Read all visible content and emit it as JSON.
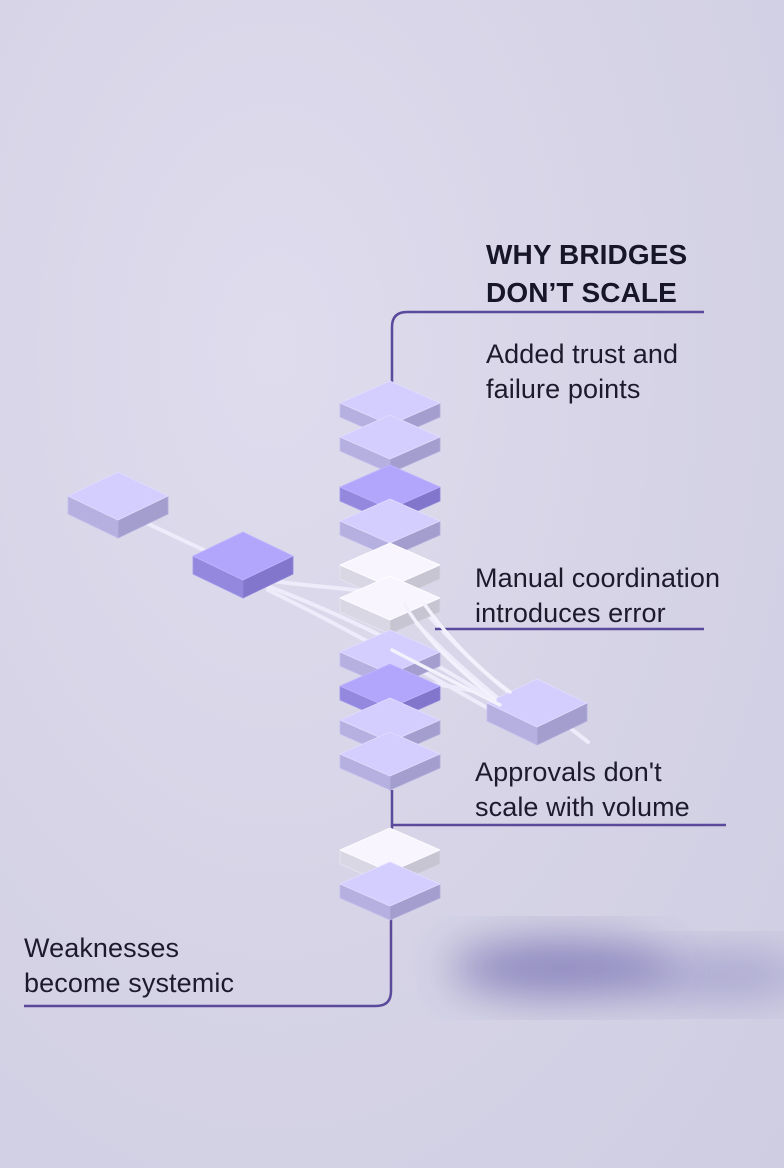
{
  "title": {
    "line1": "WHY BRIDGES",
    "line2": "DON’T SCALE"
  },
  "callouts": [
    {
      "id": "trust",
      "line1": "Added trust and",
      "line2": "failure points"
    },
    {
      "id": "coordination",
      "line1": "Manual coordination",
      "line2": "introduces error"
    },
    {
      "id": "approvals",
      "line1": "Approvals don't",
      "line2": "scale with volume"
    },
    {
      "id": "weaknesses",
      "line1": "Weaknesses",
      "line2": "become systemic"
    }
  ],
  "colors": {
    "background": "#d6d4e6",
    "text": "#1c1a2b",
    "leader_line": "#5b4a9c",
    "block_light": "#c8c2f2",
    "block_mid": "#a59af0",
    "block_white": "#ece9f7"
  }
}
